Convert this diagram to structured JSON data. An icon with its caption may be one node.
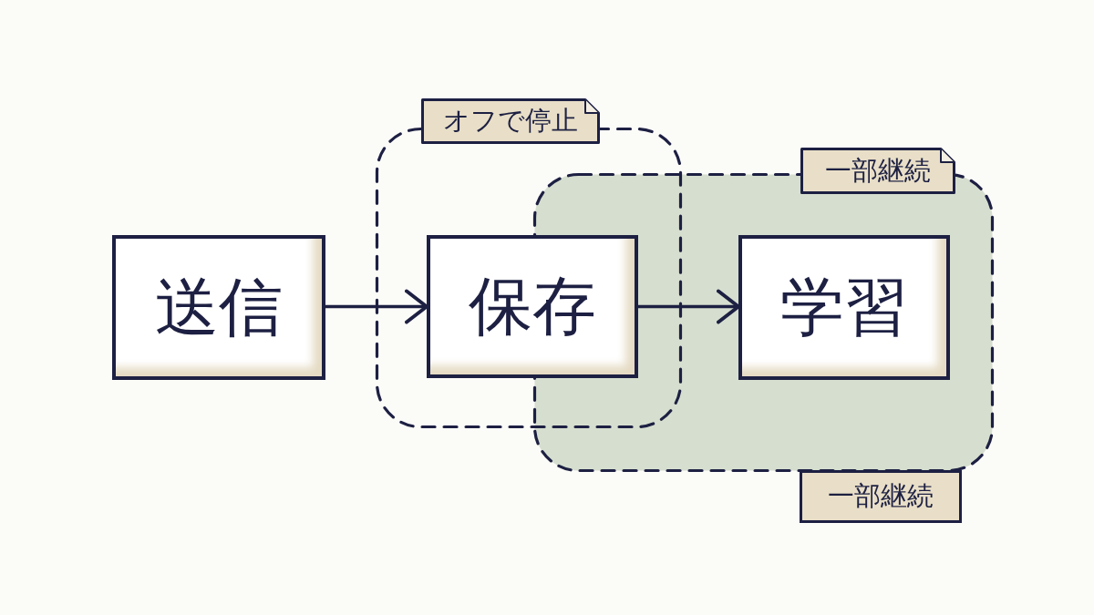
{
  "diagram": {
    "nodes": [
      {
        "text": [
          "送信"
        ]
      },
      {
        "text": [
          "オフで停止"
        ]
      },
      {
        "text": [
          "保存"
        ],
        "in": 1
      },
      {
        "text": [
          "一部継続"
        ],
        "beside": [
          "一部継続"
        ]
      },
      {
        "text": [
          "学習"
        ],
        "in": 3
      }
    ],
    "edges": [
      {
        "from": 0,
        "to": 2,
        "arrow": "to"
      },
      {
        "from": 2,
        "to": 4,
        "arrow": "to"
      }
    ]
  }
}
